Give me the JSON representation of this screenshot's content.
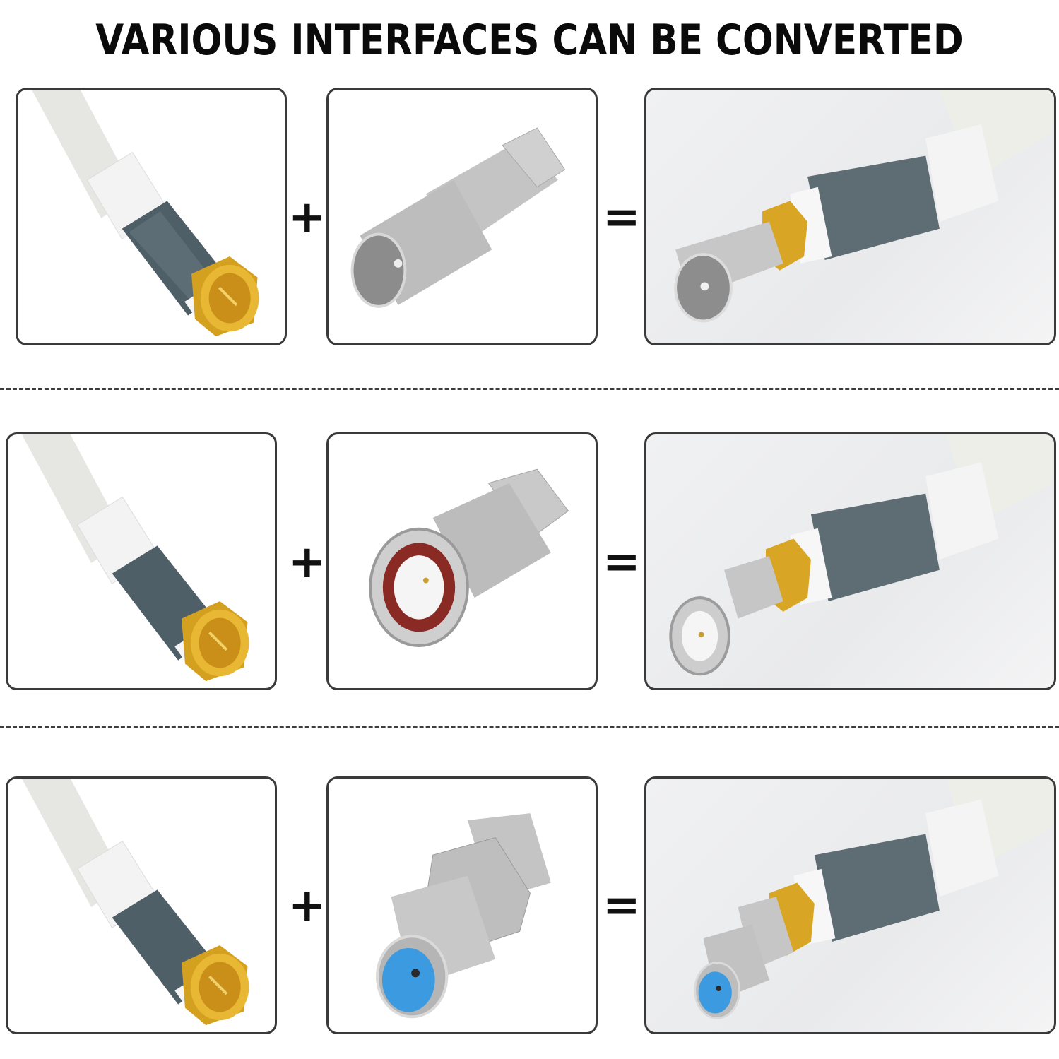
{
  "title": "VARIOUS INTERFACES CAN BE CONVERTED",
  "operators": {
    "plus": "+",
    "equals": "="
  },
  "rows": [
    {
      "cable": "f-type-male-cable-gold",
      "adapter": "f-female-to-iec-male-adapter",
      "result": "cable-with-iec-male-adapter"
    },
    {
      "cable": "f-type-male-cable-gold",
      "adapter": "f-female-to-bnc-male-adapter",
      "result": "cable-with-bnc-male-adapter"
    },
    {
      "cable": "f-type-male-cable-gold",
      "adapter": "f-female-to-f-female-barrel-adapter",
      "result": "cable-with-f-female-barrel-adapter"
    }
  ],
  "colors": {
    "border": "#3a3a3a",
    "gold": "#d9a520",
    "cable_white": "#e8e8e4",
    "sleeve_gray": "#5b6b73",
    "silver": "#b8b8b8",
    "insulator_blue": "#3b9ae0",
    "bnc_red": "#8a2a24"
  }
}
